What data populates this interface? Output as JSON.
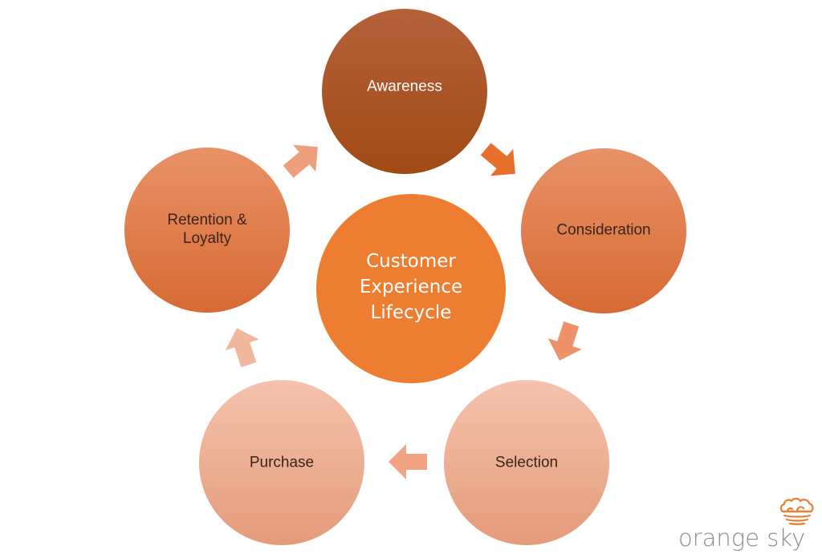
{
  "diagram": {
    "center": {
      "label": "Customer Experience Lifecycle",
      "color": "#ED7D31"
    },
    "stages": [
      {
        "id": "awareness",
        "label": "Awareness",
        "color_top": "#B5613A",
        "color_bottom": "#A14A15",
        "text_light": true
      },
      {
        "id": "consideration",
        "label": "Consideration",
        "color_top": "#E89268",
        "color_bottom": "#D86A33",
        "text_light": false
      },
      {
        "id": "selection",
        "label": "Selection",
        "color_top": "#F5C3AD",
        "color_bottom": "#E49B7B",
        "text_light": false
      },
      {
        "id": "purchase",
        "label": "Purchase",
        "color_top": "#F5C3AD",
        "color_bottom": "#E49B7B",
        "text_light": false
      },
      {
        "id": "retention",
        "label": "Retention &\nLoyalty",
        "color_top": "#E89268",
        "color_bottom": "#D86A33",
        "text_light": false
      }
    ],
    "arrow_colors": [
      "#E8702E",
      "#EC9168",
      "#EDA384",
      "#F1B79C",
      "#EEA07D"
    ]
  },
  "logo": {
    "text": "orange sky",
    "accent": "#ED7D31"
  }
}
